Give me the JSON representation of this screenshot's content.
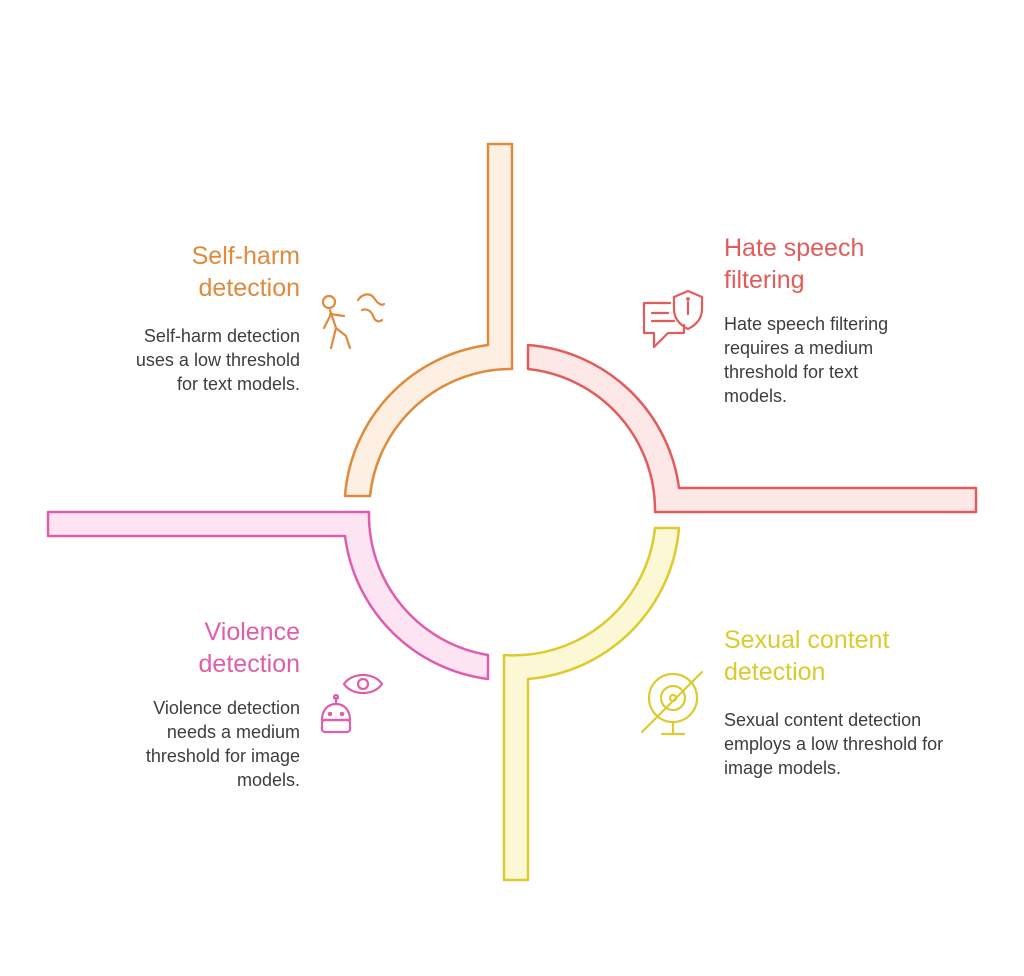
{
  "colors": {
    "orange": "#E08A3B",
    "orange_fill": "#FDEFE2",
    "red": "#E25C5C",
    "red_fill": "#FDE7E7",
    "yellow": "#DCCB2E",
    "yellow_fill": "#FCF8D6",
    "pink": "#DE5DAD",
    "pink_fill": "#FCE4F2",
    "text": "#3d3d3d"
  },
  "sections": {
    "self_harm": {
      "title": "Self-harm detection",
      "description": "Self-harm detection uses a low threshold for text models.",
      "icon": "person-walking-icon"
    },
    "hate_speech": {
      "title": "Hate speech filtering",
      "description": "Hate speech filtering requires a medium threshold for text models.",
      "icon": "chat-shield-icon"
    },
    "violence": {
      "title": "Violence detection",
      "description": "Violence detection needs a medium threshold for image models.",
      "icon": "eye-robot-icon"
    },
    "sexual_content": {
      "title": "Sexual content detection",
      "description": "Sexual content detection employs a low threshold for image models.",
      "icon": "webcam-off-icon"
    }
  }
}
